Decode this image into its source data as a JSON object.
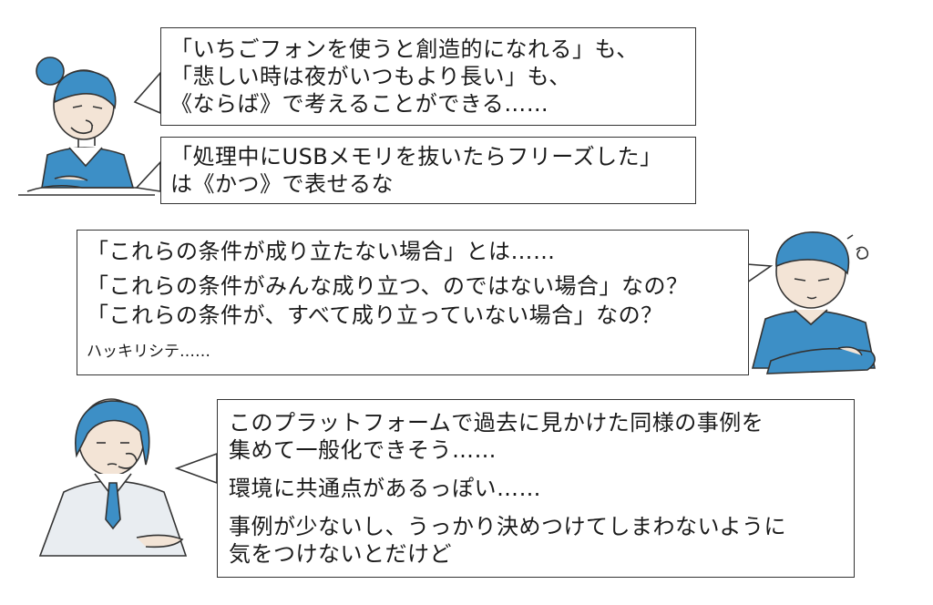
{
  "panel1": {
    "bubble1": {
      "lines": [
        "「いちごフォンを使うと創造的になれる」も、",
        "「悲しい時は夜がいつもより長い」も、",
        "《ならば》で考えることができる……"
      ]
    },
    "bubble2": {
      "lines": [
        "「処理中にUSBメモリを抜いたらフリーズした」",
        "は《かつ》で表せるな"
      ]
    }
  },
  "panel2": {
    "bubble": {
      "lines": [
        "「これらの条件が成り立たない場合」とは……",
        "「これらの条件がみんな成り立つ、のではない場合」なの？",
        "「これらの条件が、すべて成り立っていない場合」なの？"
      ],
      "whisper": "ハッキリシテ……"
    }
  },
  "panel3": {
    "bubble": {
      "lines": [
        "このプラットフォームで過去に見かけた同様の事例を",
        "集めて一般化できそう……",
        "環境に共通点があるっぽい……",
        "事例が少ないし、うっかり決めつけてしまわないように",
        "気をつけないとだけど"
      ]
    }
  },
  "colors": {
    "accent_blue": "#3d8fc6",
    "skin": "#f3e4d6",
    "line": "#333333",
    "shirt_light": "#e9edf1"
  }
}
